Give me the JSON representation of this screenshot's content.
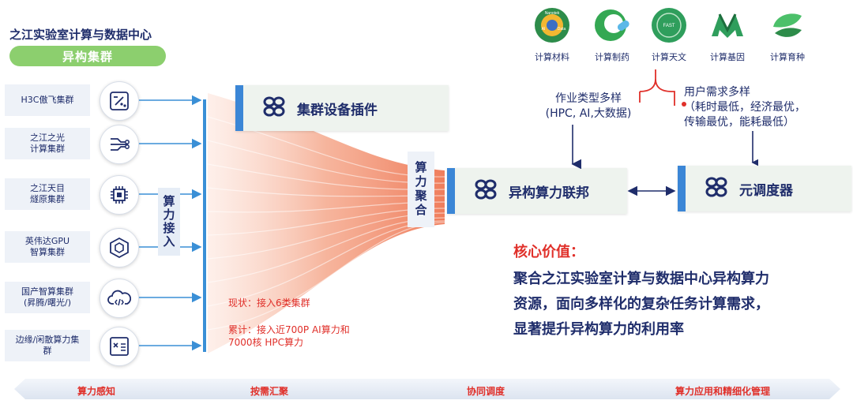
{
  "header": {
    "title": "之江实验室计算与数据中心",
    "subtitle": "异构集群"
  },
  "clusters": [
    {
      "label": "H3C傲飞集群",
      "icon": "percent-calculator-icon"
    },
    {
      "label": "之江之光\n计算集群",
      "icon": "network-circuit-icon"
    },
    {
      "label": "之江天目\n燧原集群",
      "icon": "chip-icon"
    },
    {
      "label": "英伟达GPU\n智算集群",
      "icon": "hexagon-chip-icon"
    },
    {
      "label": "国产智算集群\n(昇腾/曙光/)",
      "icon": "cloud-code-icon"
    },
    {
      "label": "边缘/闲散算力集\n群",
      "icon": "calculator-icon"
    }
  ],
  "access_label": "算力接入",
  "plugin_card": {
    "label": "集群设备插件",
    "icon": "clover-icon"
  },
  "aggregation_label": "算力聚合",
  "federation_card": {
    "label": "异构算力联邦",
    "icon": "clover-icon"
  },
  "scheduler_card": {
    "label": "元调度器",
    "icon": "clover-icon"
  },
  "applications": [
    {
      "label": "计算材料",
      "icon": "materials-logo"
    },
    {
      "label": "计算制药",
      "icon": "pharma-logo"
    },
    {
      "label": "计算天文",
      "icon": "astronomy-logo"
    },
    {
      "label": "计算基因",
      "icon": "gene-logo"
    },
    {
      "label": "计算育种",
      "icon": "breeding-logo"
    }
  ],
  "app_logo_texts": {
    "materials_top": "Nanotek",
    "materials_left": "AI",
    "materials_right": "Data",
    "astronomy": "FAST"
  },
  "job_types": {
    "line1": "作业类型多样",
    "line2": "(HPC, AI,大数据)"
  },
  "user_needs": {
    "line1": "用户需求多样",
    "line2": "（耗时最低，经济最优，",
    "line3": "传输最优，能耗最低）"
  },
  "status": {
    "current": "现状：接入6类集群",
    "cumulative_line1": "累计：接入近700P AI算力和",
    "cumulative_line2": "7000核 HPC算力"
  },
  "core_value": {
    "title": "核心价值：",
    "lines": [
      "聚合之江实验室计算与数据中心异构算力",
      "资源，面向多样化的复杂任务计算需求，",
      "显著提升异构算力的利用率"
    ]
  },
  "phases": [
    "算力感知",
    "按需汇聚",
    "协同调度",
    "算力应用和精细化管理"
  ],
  "colors": {
    "accent_blue": "#3b86d6",
    "navy": "#1f2d6b",
    "red": "#e0302a",
    "green_pill": "#8ccf6e",
    "fan": "#f08a6a"
  }
}
